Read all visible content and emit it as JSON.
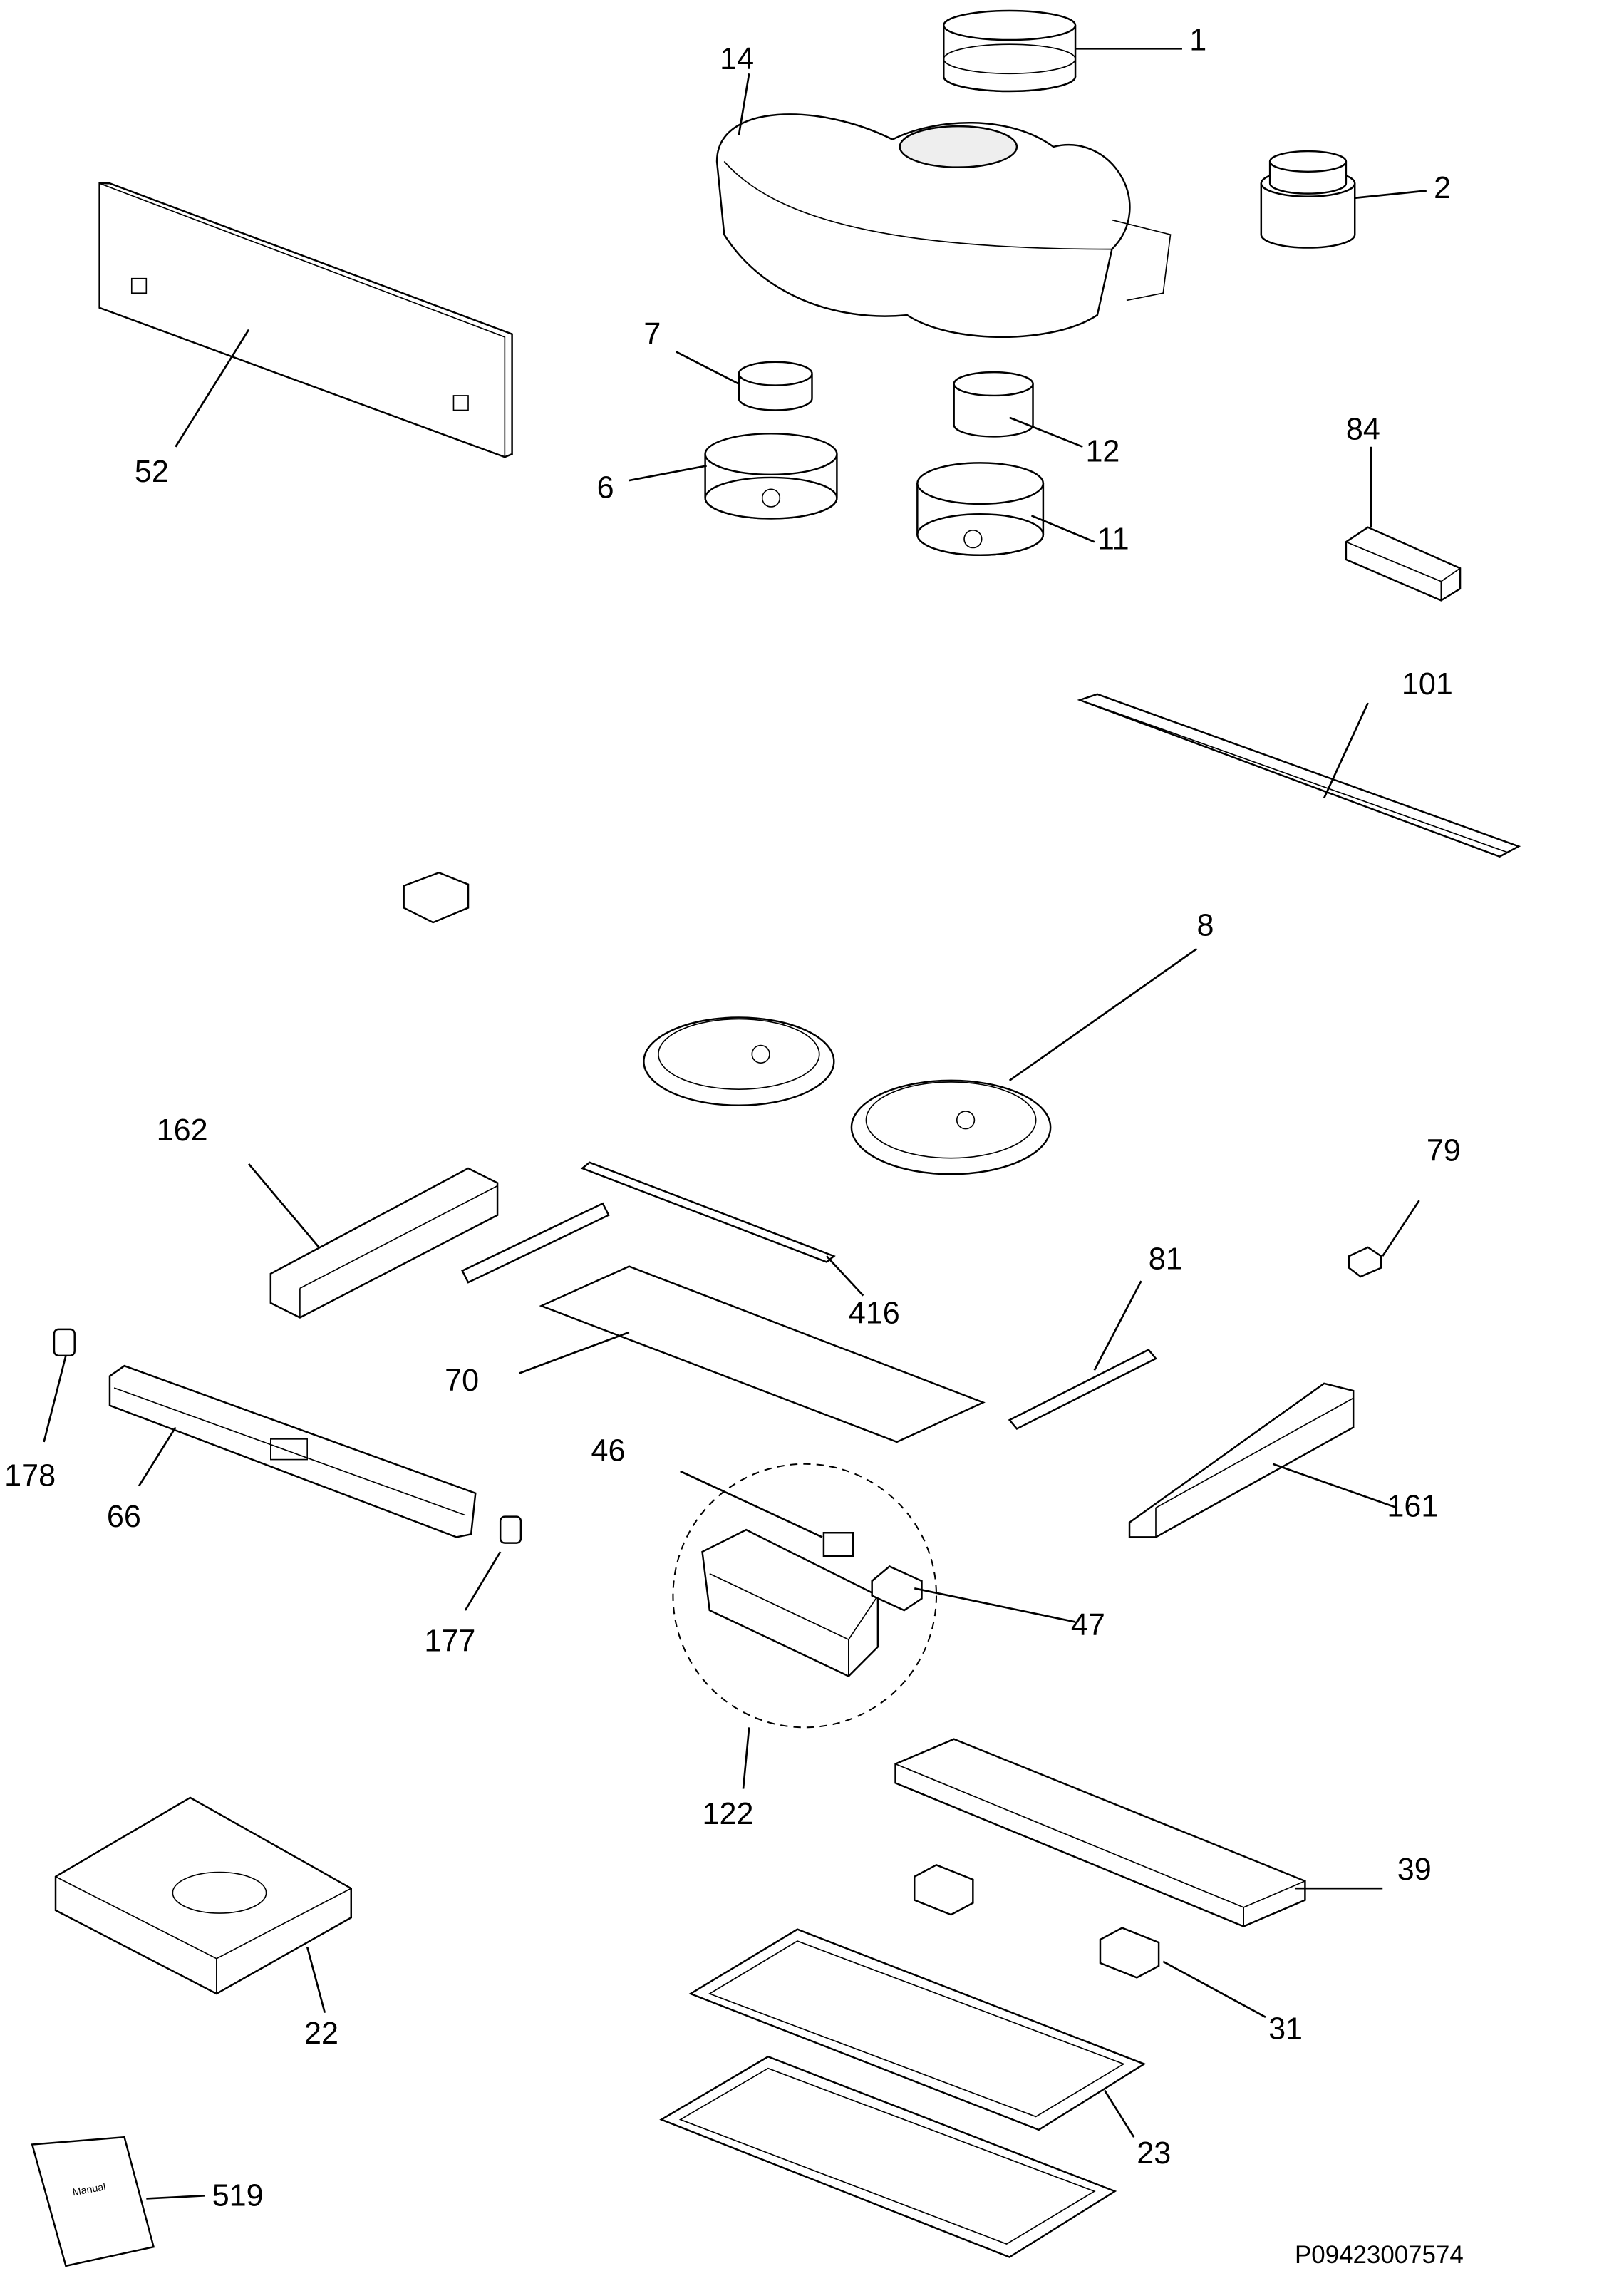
{
  "diagram": {
    "type": "exploded parts diagram",
    "drawing_code": "P09423007574",
    "parts": [
      {
        "id": "p1",
        "label": "1"
      },
      {
        "id": "p14",
        "label": "14"
      },
      {
        "id": "p2",
        "label": "2"
      },
      {
        "id": "p52",
        "label": "52"
      },
      {
        "id": "p7",
        "label": "7"
      },
      {
        "id": "p6",
        "label": "6"
      },
      {
        "id": "p12",
        "label": "12"
      },
      {
        "id": "p11",
        "label": "11"
      },
      {
        "id": "p84",
        "label": "84"
      },
      {
        "id": "p101",
        "label": "101"
      },
      {
        "id": "p8",
        "label": "8"
      },
      {
        "id": "p162",
        "label": "162"
      },
      {
        "id": "p79",
        "label": "79"
      },
      {
        "id": "p416",
        "label": "416"
      },
      {
        "id": "p81",
        "label": "81"
      },
      {
        "id": "p70",
        "label": "70"
      },
      {
        "id": "p178",
        "label": "178"
      },
      {
        "id": "p66",
        "label": "66"
      },
      {
        "id": "p46",
        "label": "46"
      },
      {
        "id": "p161",
        "label": "161"
      },
      {
        "id": "p177",
        "label": "177"
      },
      {
        "id": "p47",
        "label": "47"
      },
      {
        "id": "p122",
        "label": "122"
      },
      {
        "id": "p39",
        "label": "39"
      },
      {
        "id": "p22",
        "label": "22"
      },
      {
        "id": "p31",
        "label": "31"
      },
      {
        "id": "p23",
        "label": "23"
      },
      {
        "id": "p519",
        "label": "519"
      }
    ],
    "manual_bag_text": "Manual"
  }
}
